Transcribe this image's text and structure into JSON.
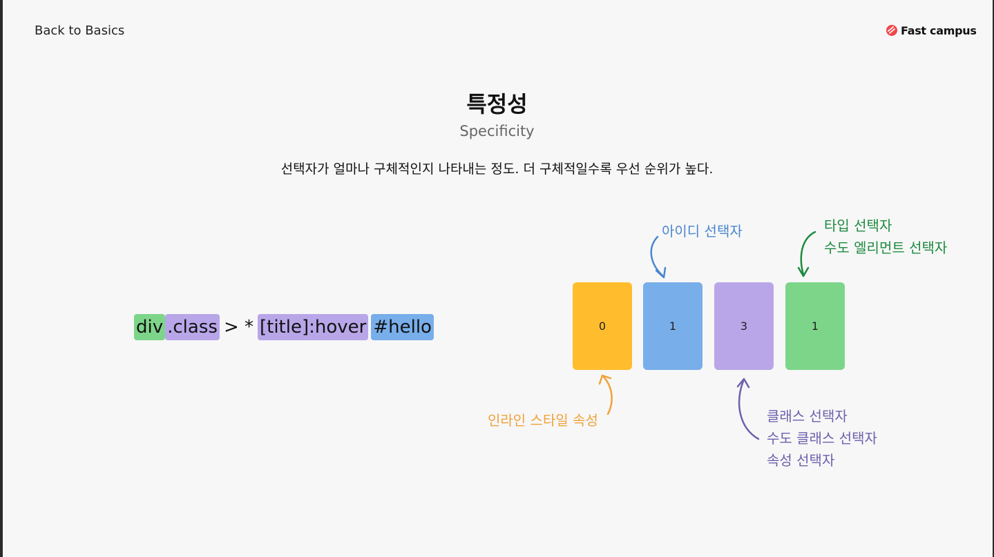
{
  "header": {
    "title": "Back to Basics"
  },
  "logo": {
    "text": "Fast campus",
    "icon": "fastcampus-logo-icon",
    "color": "#f0474b"
  },
  "slide": {
    "title": "특정성",
    "subtitle": "Specificity",
    "description": "선택자가 얼마나 구체적인지 나타내는 정도. 더 구체적일수록 우선 순위가 높다."
  },
  "selector": {
    "tokens": [
      "div",
      ".class",
      " > * ",
      "[title]:hover",
      " ",
      "#hello"
    ],
    "colors": {
      "type": "#7dd58a",
      "class": "#b8a6e9",
      "id": "#78aeea"
    }
  },
  "specificity": {
    "values": [
      "0",
      "1",
      "3",
      "1"
    ],
    "colors": [
      "#ffbd2e",
      "#78aeea",
      "#b8a6e9",
      "#7dd58a"
    ]
  },
  "labels": {
    "id": "아이디 선택자",
    "type": [
      "타입 선택자",
      "수도 엘리먼트 선택자"
    ],
    "inline": "인라인 스타일 속성",
    "class": [
      "클래스 선택자",
      "수도 클래스 선택자",
      "속성 선택자"
    ]
  }
}
